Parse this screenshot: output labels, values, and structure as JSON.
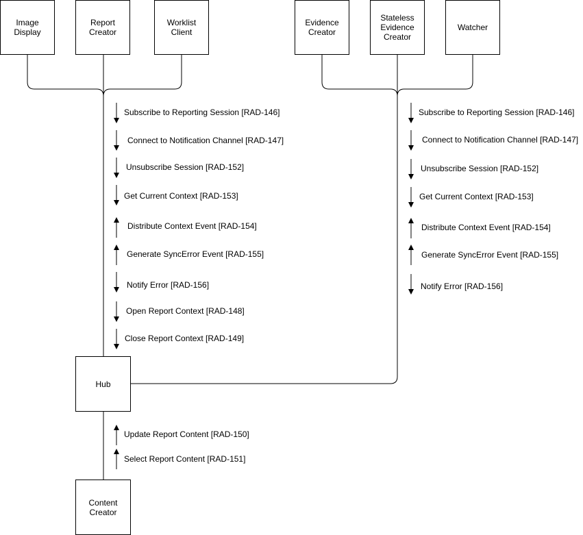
{
  "actors": {
    "image_display": "Image\nDisplay",
    "report_creator": "Report\nCreator",
    "worklist_client": "Worklist\nClient",
    "evidence_creator": "Evidence\nCreator",
    "stateless_evidence_creator": "Stateless\nEvidence\nCreator",
    "watcher": "Watcher",
    "hub": "Hub",
    "content_creator": "Content\nCreator"
  },
  "left_transactions": [
    {
      "label": "Subscribe to Reporting Session [RAD-146]",
      "direction": "down"
    },
    {
      "label": "Connect to Notification Channel [RAD-147]",
      "direction": "down"
    },
    {
      "label": "Unsubscribe Session [RAD-152]",
      "direction": "down"
    },
    {
      "label": "Get Current Context [RAD-153]",
      "direction": "down"
    },
    {
      "label": "Distribute Context Event [RAD-154]",
      "direction": "up"
    },
    {
      "label": "Generate SyncError Event [RAD-155]",
      "direction": "up"
    },
    {
      "label": "Notify Error [RAD-156]",
      "direction": "down"
    },
    {
      "label": "Open Report Context [RAD-148]",
      "direction": "down"
    },
    {
      "label": "Close Report Context [RAD-149]",
      "direction": "down"
    }
  ],
  "right_transactions": [
    {
      "label": "Subscribe to Reporting Session [RAD-146]",
      "direction": "down"
    },
    {
      "label": "Connect to Notification Channel [RAD-147]",
      "direction": "down"
    },
    {
      "label": "Unsubscribe Session [RAD-152]",
      "direction": "down"
    },
    {
      "label": "Get Current Context [RAD-153]",
      "direction": "down"
    },
    {
      "label": "Distribute Context Event [RAD-154]",
      "direction": "up"
    },
    {
      "label": "Generate SyncError Event [RAD-155]",
      "direction": "up"
    },
    {
      "label": "Notify Error [RAD-156]",
      "direction": "down"
    }
  ],
  "content_transactions": [
    {
      "label": "Update Report Content [RAD-150]",
      "direction": "up"
    },
    {
      "label": "Select Report Content [RAD-151]",
      "direction": "up"
    }
  ]
}
